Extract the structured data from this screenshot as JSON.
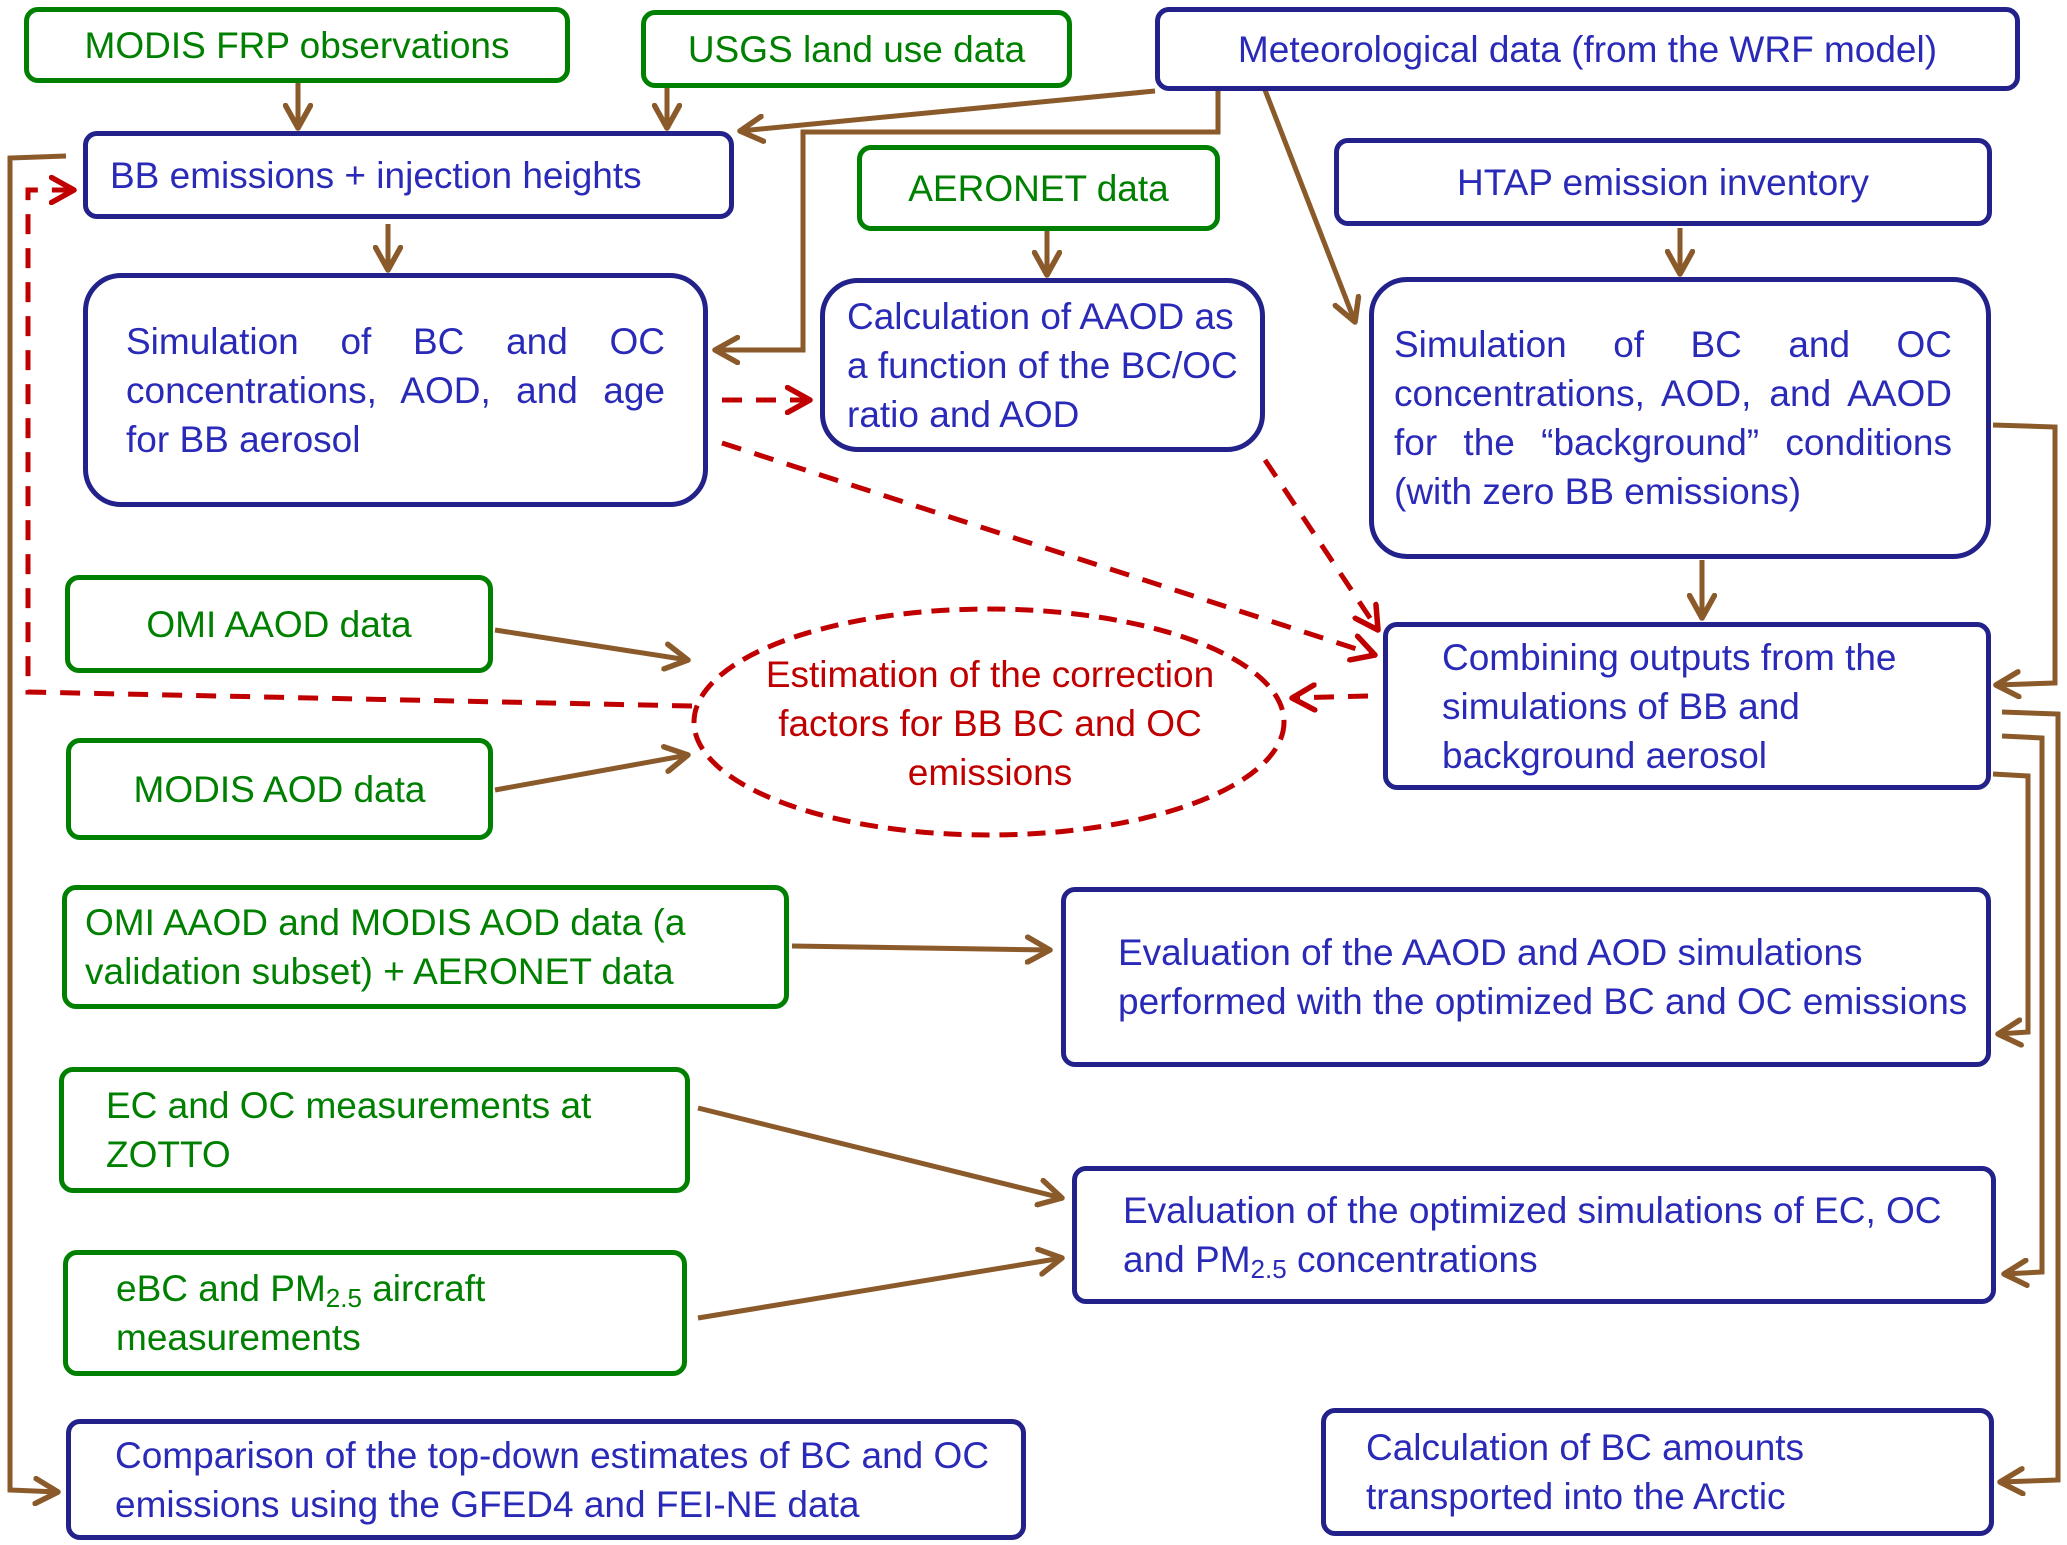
{
  "diagram": {
    "colors": {
      "input_border": "#008000",
      "process_border": "#22228a",
      "process_text": "#2a2ab8",
      "flow_arrow": "#8b5a2b",
      "feedback_arrow": "#c00000"
    },
    "nodes": {
      "modis_frp": {
        "text": "MODIS FRP observations",
        "kind": "input-data"
      },
      "usgs": {
        "text": "USGS land use data",
        "kind": "input-data"
      },
      "met": {
        "text": "Meteorological data (from the WRF model)",
        "kind": "model-data"
      },
      "bb_emis": {
        "text": "BB emissions + injection heights",
        "kind": "process"
      },
      "aeronet": {
        "text": "AERONET data",
        "kind": "input-data"
      },
      "htap": {
        "text": "HTAP emission inventory",
        "kind": "model-data"
      },
      "sim_bb": {
        "text": "Simulation of BC and OC concentrations, AOD, and age for BB aerosol",
        "kind": "process"
      },
      "calc_aaod": {
        "text": "Calculation of AAOD as a function of the BC/OC ratio and AOD",
        "kind": "process"
      },
      "sim_bg": {
        "text": "Simulation of BC and OC concentrations, AOD, and AAOD for the “background” conditions (with zero BB emissions)",
        "kind": "process"
      },
      "omi_aaod": {
        "text": "OMI AAOD data",
        "kind": "input-data"
      },
      "estimation": {
        "text": "Estimation of the correction factors for BB BC and OC emissions",
        "kind": "optimization"
      },
      "combining": {
        "text": "Combining outputs from the simulations of BB and background aerosol",
        "kind": "process"
      },
      "modis_aod": {
        "text": "MODIS AOD data",
        "kind": "input-data"
      },
      "validation": {
        "text": "OMI AAOD and MODIS AOD data (a validation subset) + AERONET data",
        "kind": "input-data"
      },
      "eval_aaod": {
        "text": "Evaluation of the AAOD and AOD simulations performed with the optimized BC and OC emissions",
        "kind": "process"
      },
      "zotto": {
        "text": "EC and OC measurements at ZOTTO",
        "kind": "input-data"
      },
      "eval_ec": {
        "pre": "Evaluation of the optimized simulations of EC, OC and PM",
        "sub": "2.5",
        "post": " concentrations",
        "kind": "process"
      },
      "ebc": {
        "pre": "eBC and PM",
        "sub": "2.5",
        "post": " aircraft measurements",
        "kind": "input-data"
      },
      "comparison": {
        "text": "Comparison of the top-down estimates of BC and OC emissions using the GFED4 and FEI-NE data",
        "kind": "process"
      },
      "arctic": {
        "text": "Calculation of BC amounts transported into the Arctic",
        "kind": "process"
      }
    },
    "edges": [
      {
        "from": "modis_frp",
        "to": "bb_emis",
        "style": "solid"
      },
      {
        "from": "usgs",
        "to": "bb_emis",
        "style": "solid"
      },
      {
        "from": "met",
        "to": "bb_emis",
        "style": "solid"
      },
      {
        "from": "met",
        "to": "sim_bb",
        "style": "solid"
      },
      {
        "from": "met",
        "to": "sim_bg",
        "style": "solid"
      },
      {
        "from": "bb_emis",
        "to": "sim_bb",
        "style": "solid"
      },
      {
        "from": "aeronet",
        "to": "calc_aaod",
        "style": "solid"
      },
      {
        "from": "htap",
        "to": "sim_bg",
        "style": "solid"
      },
      {
        "from": "sim_bb",
        "to": "calc_aaod",
        "style": "dashed"
      },
      {
        "from": "sim_bb",
        "to": "combining",
        "style": "dashed"
      },
      {
        "from": "calc_aaod",
        "to": "combining",
        "style": "dashed"
      },
      {
        "from": "sim_bg",
        "to": "combining",
        "style": "solid"
      },
      {
        "from": "combining",
        "to": "estimation",
        "style": "dashed"
      },
      {
        "from": "omi_aaod",
        "to": "estimation",
        "style": "solid"
      },
      {
        "from": "modis_aod",
        "to": "estimation",
        "style": "solid"
      },
      {
        "from": "estimation",
        "to": "bb_emis",
        "style": "dashed"
      },
      {
        "from": "bb_emis",
        "to": "comparison",
        "style": "solid"
      },
      {
        "from": "validation",
        "to": "eval_aaod",
        "style": "solid"
      },
      {
        "from": "zotto",
        "to": "eval_ec",
        "style": "solid"
      },
      {
        "from": "ebc",
        "to": "eval_ec",
        "style": "solid"
      },
      {
        "from": "combining",
        "to": "eval_aaod",
        "style": "solid"
      },
      {
        "from": "combining",
        "to": "eval_ec",
        "style": "solid"
      },
      {
        "from": "combining",
        "to": "arctic",
        "style": "solid"
      }
    ]
  }
}
